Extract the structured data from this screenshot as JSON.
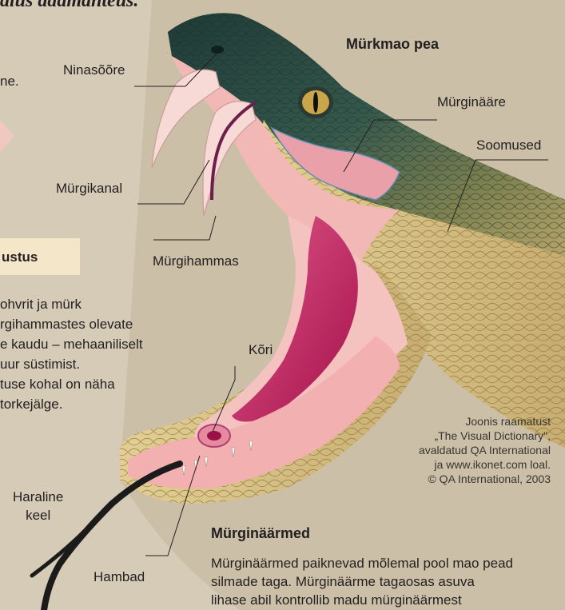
{
  "top_title_fragment": "alus adamanteus.",
  "left_fragment": "ne.",
  "sidebar": {
    "box_title": "ustus",
    "lines": [
      "ohvrit ja mürk",
      "rgihammastes olevate",
      "e kaudu – mehaaniliselt",
      "uur süstimist.",
      "tuse kohal on näha",
      " torkejälge."
    ]
  },
  "diagram": {
    "title": "Mürkmao pea",
    "labels": {
      "ninasoore": "Ninasõõre",
      "murgikanal": "Mürgikanal",
      "murgihammas": "Mürgihammas",
      "murginaare": "Mürginääre",
      "soomused": "Soomused",
      "kori": "Kõri",
      "haraline_keel": "Haraline\nkeel",
      "haraline_keel_1": "Haraline",
      "haraline_keel_2": "keel",
      "hambad": "Hambad"
    }
  },
  "credit": {
    "lines": [
      "Joonis raamatust",
      "„The Visual Dictionary\",",
      "avaldatud QA International",
      "ja www.ikonet.com loal.",
      "© QA International, 2003"
    ]
  },
  "section": {
    "heading": "Mürginäärmed",
    "lines": [
      "Mürginäärmed paiknevad mõlemal pool mao pead",
      "silmade taga. Mürginäärme tagaosas asuva",
      "lihase abil kontrollib madu mürginäärmest"
    ]
  },
  "colors": {
    "background": "#d6cbb7",
    "panel": "#cbbfa7",
    "box": "#f3e6c9",
    "scales_dark": "#2f4f48",
    "scales_light": "#d8c58a",
    "mouth_pink": "#f2b8b6",
    "throat": "#c01858",
    "tongue": "#1b1b1b"
  }
}
